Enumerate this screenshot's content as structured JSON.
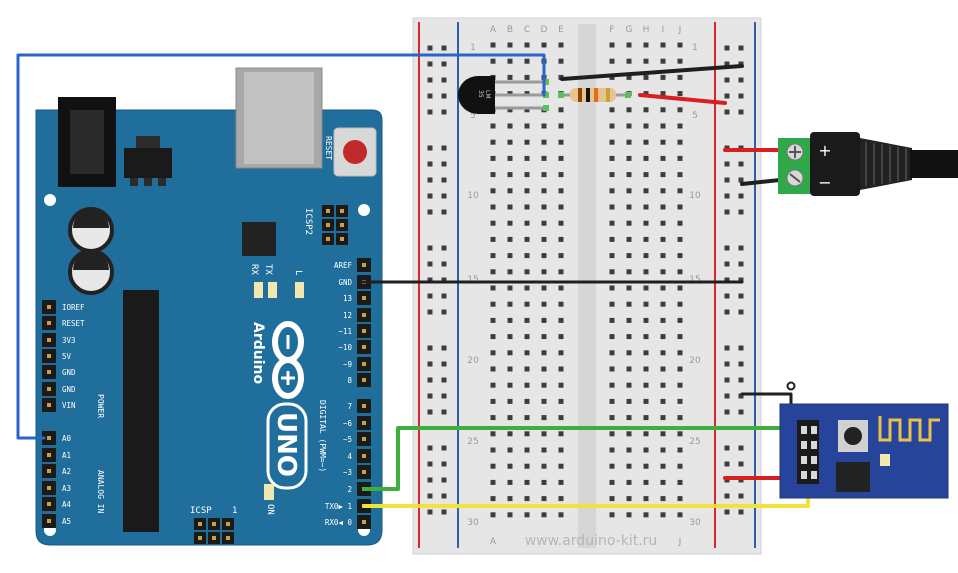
{
  "colors": {
    "board_blue": "#1f6e9c",
    "breadboard": "#e6e6e6",
    "rail_red": "#d8262c",
    "rail_blue": "#2c5fa8",
    "wire_blue": "#2a66c9",
    "wire_black": "#1f1f1f",
    "wire_red": "#d71f1f",
    "wire_green": "#3fae3f",
    "wire_yellow": "#f1e33a",
    "esp_blue": "#26449a"
  },
  "breadboard": {
    "col_letters_left": [
      "A",
      "B",
      "C",
      "D",
      "E"
    ],
    "col_letters_right": [
      "F",
      "G",
      "H",
      "I",
      "J"
    ],
    "row_labels": [
      "1",
      "5",
      "10",
      "15",
      "20",
      "25",
      "30"
    ],
    "bottom_letter_left": "A",
    "bottom_letter_right": "J"
  },
  "arduino": {
    "logo_text": "Arduino",
    "model_text": "UNO",
    "reset_label": "RESET",
    "icsp2_label": "ICSP2",
    "icsp_label": "ICSP",
    "icsp_pin_number": "1",
    "on_label": "ON",
    "led_labels": [
      "RX",
      "TX",
      "L"
    ],
    "power_header_labels": [
      "IOREF",
      "RESET",
      "3V3",
      "5V",
      "GND",
      "GND",
      "VIN"
    ],
    "power_group_label": "POWER",
    "analog_header_labels": [
      "A0",
      "A1",
      "A2",
      "A3",
      "A4",
      "A5"
    ],
    "analog_group_label": "ANALOG IN",
    "digital_upper_labels": [
      "AREF",
      "GND",
      "13",
      "12",
      "~11",
      "~10",
      "~9",
      "8"
    ],
    "digital_lower_labels": [
      "7",
      "~6",
      "~5",
      "4",
      "~3",
      "2",
      "TX0▶ 1",
      "RX0◀ 0"
    ],
    "digital_group_label": "DIGITAL (PWM=~)"
  },
  "sensor": {
    "line1": "LM",
    "line2": "35"
  },
  "power_jack": {
    "plus": "+",
    "minus": "−"
  },
  "watermark": "www.arduino-kit.ru"
}
